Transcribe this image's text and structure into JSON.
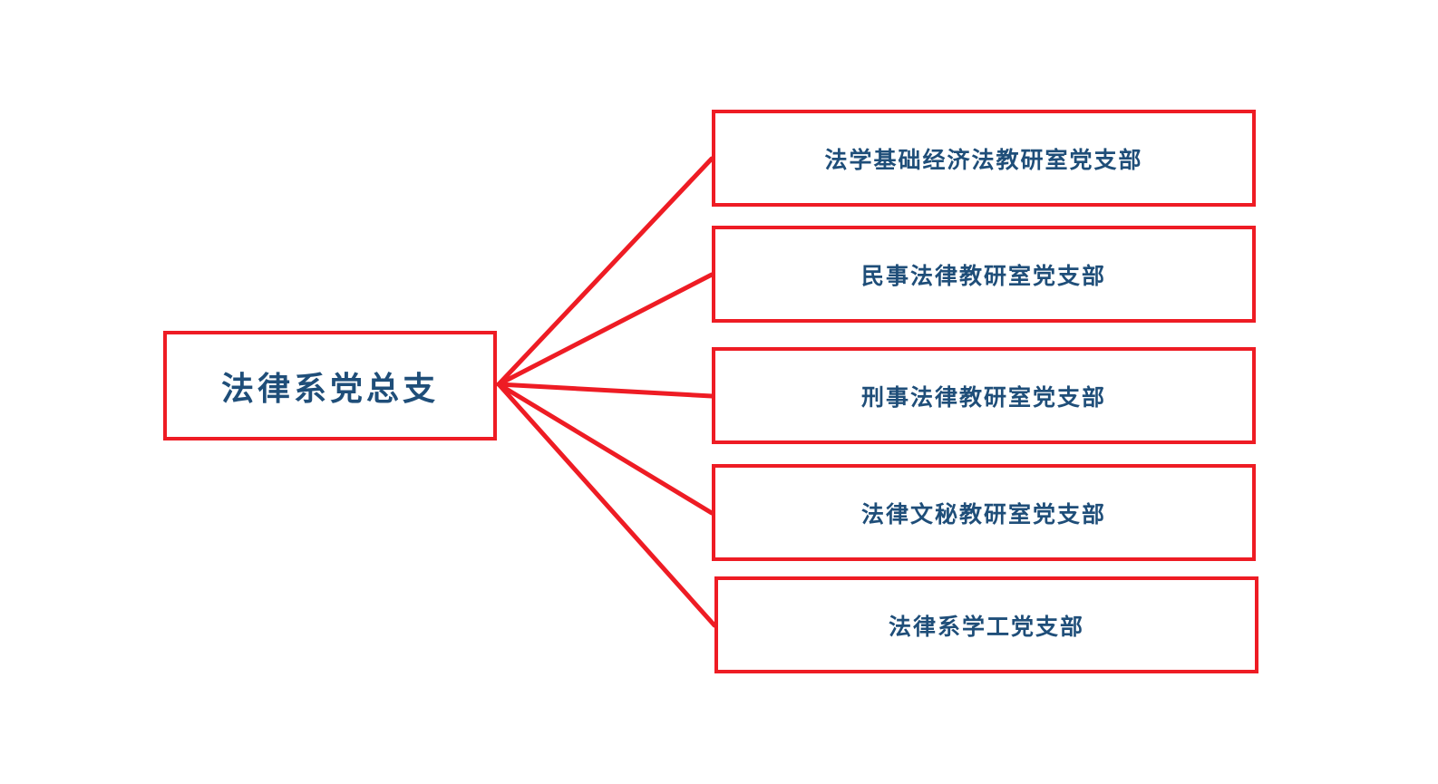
{
  "diagram": {
    "root": {
      "label": "法律系党总支"
    },
    "children": [
      {
        "label": "法学基础经济法教研室党支部"
      },
      {
        "label": "民事法律教研室党支部"
      },
      {
        "label": "刑事法律教研室党支部"
      },
      {
        "label": "法律文秘教研室党支部"
      },
      {
        "label": "法律系学工党支部"
      }
    ],
    "colors": {
      "border": "#ee1c24",
      "connector": "#ee1c24",
      "text": "#1f4e79",
      "background": "#ffffff"
    }
  }
}
